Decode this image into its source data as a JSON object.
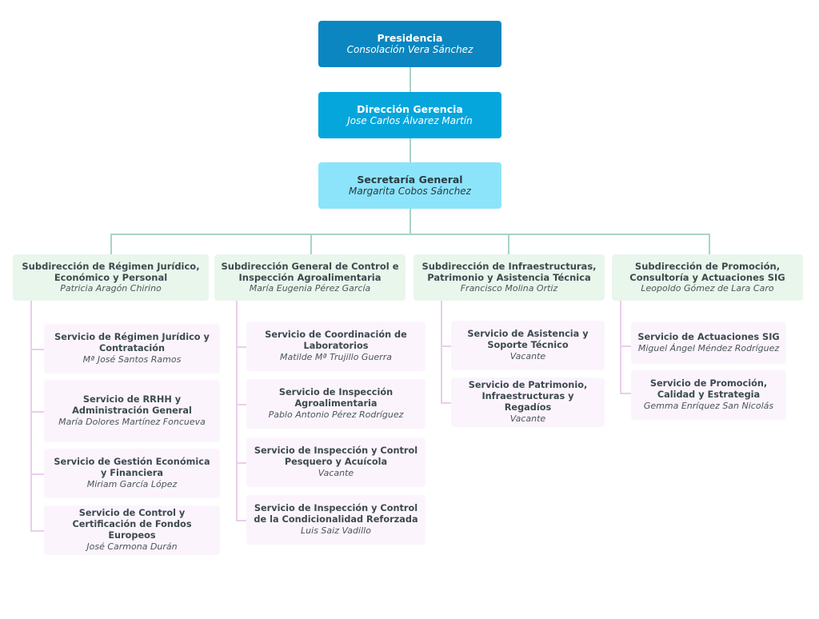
{
  "colors": {
    "presidencia_bg": "#0b86c0",
    "direccion_bg": "#04a6dc",
    "secretaria_bg": "#8ce4fb",
    "subdireccion_bg": "#e9f6ec",
    "servicio_bg": "#fbf4fd",
    "connector_teal": "#a9d4c3",
    "connector_pink": "#eccdec",
    "text_dark": "#3c4a4f",
    "text_light": "#ffffff"
  },
  "org": {
    "presidencia": {
      "title": "Presidencia",
      "person": "Consolación Vera Sánchez"
    },
    "direccion_gerencia": {
      "title": "Dirección Gerencia",
      "person": "Jose Carlos Álvarez Martín"
    },
    "secretaria_general": {
      "title": "Secretaría General",
      "person": "Margarita Cobos Sánchez"
    },
    "subdirecciones": [
      {
        "title": "Subdirección de Régimen Jurídico, Económico y Personal",
        "person": "Patricia Aragón Chirino",
        "servicios": [
          {
            "title": "Servicio de Régimen Jurídico y Contratación",
            "person": "Mª José Santos Ramos"
          },
          {
            "title": "Servicio de RRHH y Administración General",
            "person": "María Dolores Martínez Foncueva"
          },
          {
            "title": "Servicio de Gestión Económica y Financiera",
            "person": "Miriam García López"
          },
          {
            "title": "Servicio de Control y Certificación de Fondos Europeos",
            "person": "José Carmona Durán"
          }
        ]
      },
      {
        "title": "Subdirección General de Control e Inspección Agroalimentaria",
        "person": "María Eugenia Pérez García",
        "servicios": [
          {
            "title": "Servicio de Coordinación de Laboratorios",
            "person": "Matilde Mª Trujillo Guerra"
          },
          {
            "title": "Servicio de Inspección Agroalimentaria",
            "person": "Pablo Antonio Pérez Rodríguez"
          },
          {
            "title": "Servicio de Inspección y Control Pesquero y Acuícola",
            "person": "Vacante"
          },
          {
            "title": "Servicio de Inspección y Control de la Condicionalidad Reforzada",
            "person": "Luis Saiz Vadillo"
          }
        ]
      },
      {
        "title": "Subdirección de Infraestructuras, Patrimonio y Asistencia Técnica",
        "person": "Francisco Molina Ortiz",
        "servicios": [
          {
            "title": "Servicio de Asistencia y Soporte Técnico",
            "person": "Vacante"
          },
          {
            "title": "Servicio de Patrimonio, Infraestructuras y Regadíos",
            "person": "Vacante"
          }
        ]
      },
      {
        "title": "Subdirección de Promoción, Consultoría y Actuaciones SIG",
        "person": "Leopoldo Gómez de Lara Caro",
        "servicios": [
          {
            "title": "Servicio de Actuaciones SIG",
            "person": "Miguel Ángel Méndez Rodríguez"
          },
          {
            "title": "Servicio de Promoción, Calidad y Estrategia",
            "person": "Gemma Enríquez San Nicolás"
          }
        ]
      }
    ]
  }
}
